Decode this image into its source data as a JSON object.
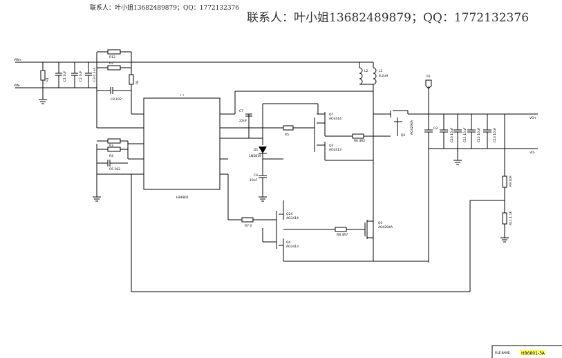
{
  "header": {
    "contact_small": "联系人：叶小姐13682489879；QQ：1772132376",
    "contact_big": "联系人：叶小姐13682489879；QQ：1772132376"
  },
  "nets": {
    "vin_plus": "VIN+",
    "vin_minus": "VIN-",
    "vo_plus": "VO+",
    "vo_minus": "VO-"
  },
  "components": {
    "r12": "R12",
    "r2": "R2",
    "r1": "R1",
    "c8": "C8 102",
    "r3": "R3",
    "r4": "R4",
    "c6": "C6 102",
    "c1": "C1 1uF",
    "c2": "C2 1uF",
    "c3": "C3 0.1uF",
    "c4": "C4",
    "c4_val": "10uF",
    "c7": "C7",
    "c7_val": "22nF",
    "d1": "D1",
    "d1_val": "1N5819",
    "r5": "R5",
    "q7": "Q7",
    "q7_val": "AO3414",
    "q3": "Q3",
    "q3_val": "AO3413",
    "r6": "R6 4R2",
    "q2": "Q2",
    "q2_val": "AO4294A",
    "l1": "L1",
    "l1_val": "8.2uH",
    "l2": "L2",
    "r7": "R7 0",
    "q24": "Q24",
    "q24_val": "AO3414",
    "q4": "Q4",
    "q4_val": "AO3413",
    "r8": "R8 4R7",
    "q1": "Q1",
    "q1_val": "AO4294A",
    "c9": "C9",
    "c10": "C10 10uF",
    "c11": "C11 10uF",
    "c12": "C12 10uF",
    "c13": "C13 10uF",
    "r9": "R9 10K",
    "r11": "R11 1.1K",
    "p1": "P1",
    "ic": "HB6801",
    "ic_mark": "• •"
  },
  "title_block": {
    "file_name_label": "FILE NAME:",
    "file_name_value": "HB6801-3A",
    "file_name_highlight": "#ffff66"
  }
}
